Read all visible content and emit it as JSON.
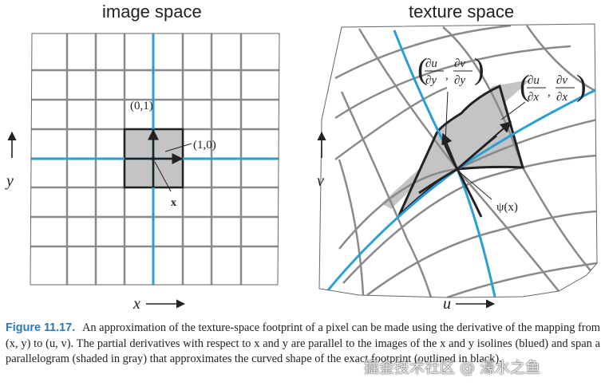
{
  "titles": {
    "left": "image space",
    "right": "texture space"
  },
  "labels": {
    "y_axis": "y",
    "x_axis": "x",
    "v_axis": "v",
    "u_axis": "u",
    "vec_01": "(0,1)",
    "vec_10": "(1,0)",
    "point_x": "x",
    "psi": "ψ(x)",
    "du": "∂u",
    "dv": "∂v",
    "dy": "∂y",
    "dx": "∂x"
  },
  "caption": {
    "label": "Figure 11.17.",
    "text": "An approximation of the texture-space footprint of a pixel can be made using the derivative of the mapping from (x, y) to (u, v). The partial derivatives with respect to x and y are parallel to the images of the x and y isolines (blued) and span a parallelogram (shaded in gray) that approximates the curved shape of the exact footprint (outlined in black)."
  },
  "watermark": "掘金技术社区 @ 濠水之鱼",
  "colors": {
    "blue": "#2a9fd6",
    "grid": "#8a8a8a",
    "shade": "#c4c4c4",
    "outline": "#222222"
  }
}
